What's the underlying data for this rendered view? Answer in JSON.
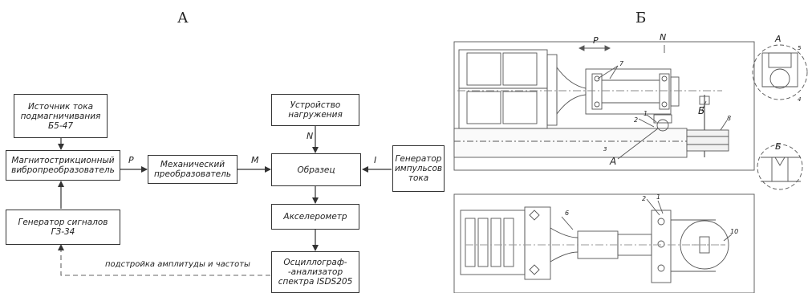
{
  "panels": {
    "left_label": "А",
    "right_label": "Б"
  },
  "blocks": {
    "current_source": "Источник тока\nподмагничивания\nБ5-47",
    "magnetostrictive": "Магнитострикционный\nвибропреобразователь",
    "signal_generator": "Генератор сигналов\nГЗ-34",
    "mechanical_converter": "Механический\nпреобразователь",
    "loading_device": "Устройство\nнагружения",
    "sample": "Образец",
    "pulse_generator": "Генератор\nимпульсов\nтока",
    "accelerometer": "Акселерометр",
    "oscilloscope": "Осциллограф-\n-анализатор\nспектра ISDS205"
  },
  "signals": {
    "P": "P",
    "M": "M",
    "I": "I",
    "N": "N"
  },
  "feedback_label": "подстройка амплитуды и частоты",
  "drawing": {
    "P": "P",
    "N": "N",
    "A": "А",
    "B": "Б",
    "n1": "1",
    "n2": "2",
    "n3": "3",
    "n4": "4",
    "n5": "5",
    "n6": "6",
    "n7": "7",
    "n8": "8",
    "n10": "10",
    "detail_A": "А",
    "detail_B": "Б"
  }
}
